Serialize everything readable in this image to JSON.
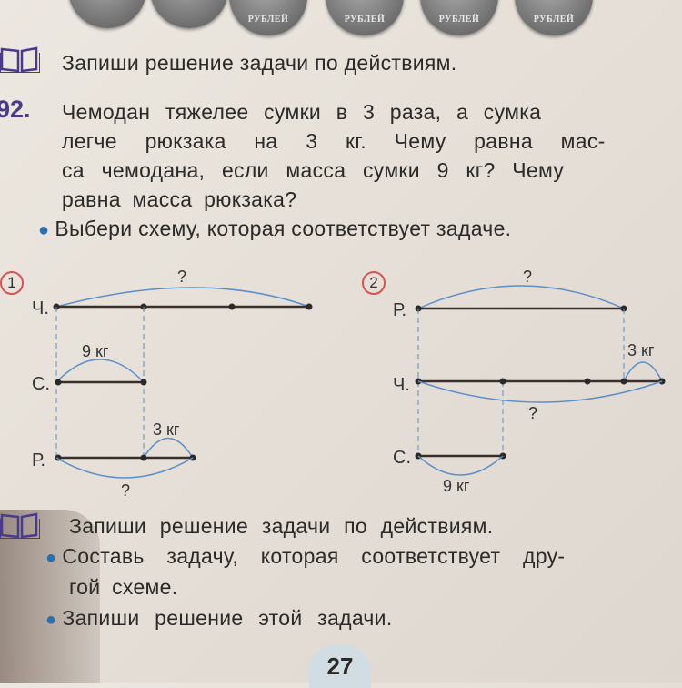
{
  "header_coins": [
    "РУБЛЕЙ",
    "РУБЛЕЙ",
    "РУБЛЕЙ",
    "РУБЛЕЙ"
  ],
  "instruction_top": "Запиши решение задачи по действиям.",
  "task": {
    "number": "92.",
    "lines": [
      "Чемодан тяжелее сумки в 3 раза, а сумка",
      "легче рюкзака на 3 кг. Чему равна мас-",
      "са чемодана, если масса сумки 9 кг? Чему",
      "равна масса рюкзака?"
    ],
    "bullet": "Выбери схему, которая соответствует задаче."
  },
  "scheme1": {
    "number": "1",
    "labels": {
      "ch": "Ч.",
      "s": "С.",
      "r": "Р."
    },
    "top_question": "?",
    "s_value": "9 кг",
    "r_extra": "3 кг",
    "bottom_question": "?"
  },
  "scheme2": {
    "number": "2",
    "labels": {
      "r": "Р.",
      "ch": "Ч.",
      "s": "С."
    },
    "top_question": "?",
    "ch_extra": "3 кг",
    "ch_question": "?",
    "s_value": "9 кг"
  },
  "bottom": {
    "instruction": "Запиши решение задачи по действиям.",
    "bullets": [
      "Составь задачу, которая соответствует дру-",
      "гой схеме.",
      "Запиши решение этой задачи."
    ]
  },
  "page_number": "27",
  "colors": {
    "arc": "#5b8fc9",
    "line": "#3a2f2a",
    "accent_number": "#4a3a8a",
    "circle": "#d9534f",
    "bullet": "#2a6fb0"
  }
}
